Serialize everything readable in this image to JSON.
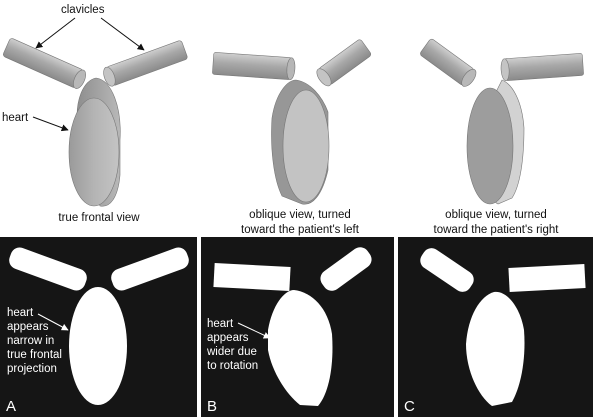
{
  "top": {
    "clavicles_label": "clavicles",
    "heart_label": "heart",
    "captions": {
      "frontal": "true frontal view",
      "left_line1": "oblique view, turned",
      "left_line2": "toward the patient's left",
      "right_line1": "oblique view, turned",
      "right_line2": "toward the patient's right"
    }
  },
  "panels": {
    "a": {
      "letter": "A",
      "note": [
        "heart",
        "appears",
        "narrow in",
        "true frontal",
        "projection"
      ]
    },
    "b": {
      "letter": "B",
      "note": [
        "heart",
        "appears",
        "wider due",
        "to rotation"
      ]
    },
    "c": {
      "letter": "C"
    }
  },
  "colors": {
    "panel_bg": "#151515",
    "shape_fill": "#ffffff",
    "model_light": "#c8c8c8",
    "model_mid": "#a9a9a9",
    "model_dark": "#8f8f8f"
  }
}
